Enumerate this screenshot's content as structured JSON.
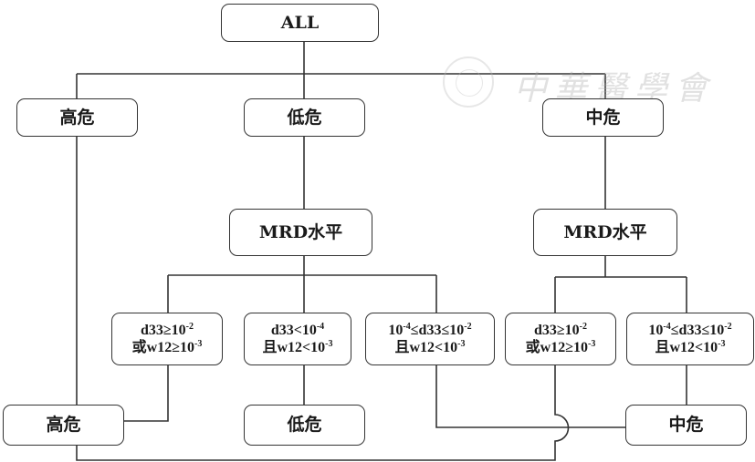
{
  "watermark": {
    "text": "中華醫學會",
    "icon": "society-seal-icon"
  },
  "nodes": {
    "root": {
      "label": "ALL"
    },
    "risk_high": {
      "label": "高危"
    },
    "risk_low": {
      "label": "低危"
    },
    "risk_mid": {
      "label": "中危"
    },
    "mrd_low_branch": {
      "label": "MRD水平"
    },
    "mrd_mid_branch": {
      "label": "MRD水平"
    },
    "cond_low_1": {
      "line1": {
        "pre": "d33≥10",
        "sup": "-2",
        "post": ""
      },
      "line2": {
        "pre": "或w12≥10",
        "sup": "-3",
        "post": ""
      }
    },
    "cond_low_2": {
      "line1": {
        "pre": "d33<10",
        "sup": "-4",
        "post": ""
      },
      "line2": {
        "pre": "且w12<10",
        "sup": "-3",
        "post": ""
      }
    },
    "cond_low_3": {
      "line1": {
        "pre": "10",
        "sup": "-4",
        "post": "≤d33≤10",
        "sup2": "-2"
      },
      "line2": {
        "pre": "且w12<10",
        "sup": "-3",
        "post": ""
      }
    },
    "cond_mid_1": {
      "line1": {
        "pre": "d33≥10",
        "sup": "-2",
        "post": ""
      },
      "line2": {
        "pre": "或w12≥10",
        "sup": "-3",
        "post": ""
      }
    },
    "cond_mid_2": {
      "line1": {
        "pre": "10",
        "sup": "-4",
        "post": "≤d33≤10",
        "sup2": "-2"
      },
      "line2": {
        "pre": "且w12<10",
        "sup": "-3",
        "post": ""
      }
    },
    "final_high": {
      "label": "高危"
    },
    "final_low": {
      "label": "低危"
    },
    "final_mid": {
      "label": "中危"
    }
  },
  "edges": [
    {
      "from": "root",
      "to": "risk_high"
    },
    {
      "from": "root",
      "to": "risk_low"
    },
    {
      "from": "root",
      "to": "risk_mid"
    },
    {
      "from": "risk_high",
      "to": "final_high"
    },
    {
      "from": "risk_low",
      "to": "mrd_low_branch"
    },
    {
      "from": "risk_mid",
      "to": "mrd_mid_branch"
    },
    {
      "from": "mrd_low_branch",
      "to": "cond_low_1"
    },
    {
      "from": "mrd_low_branch",
      "to": "cond_low_2"
    },
    {
      "from": "mrd_low_branch",
      "to": "cond_low_3"
    },
    {
      "from": "mrd_mid_branch",
      "to": "cond_mid_1"
    },
    {
      "from": "mrd_mid_branch",
      "to": "cond_mid_2"
    },
    {
      "from": "cond_low_1",
      "to": "final_high"
    },
    {
      "from": "cond_low_2",
      "to": "final_low"
    },
    {
      "from": "cond_low_3",
      "to": "final_mid"
    },
    {
      "from": "cond_mid_1",
      "to": "final_high"
    },
    {
      "from": "cond_mid_2",
      "to": "final_mid"
    }
  ]
}
